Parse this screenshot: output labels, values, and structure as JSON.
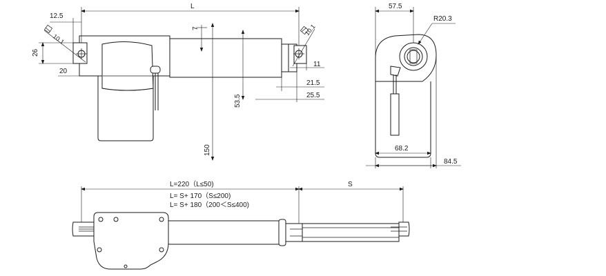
{
  "front_view": {
    "dim_l": "L",
    "dim_12_5": "12.5",
    "dim_26": "26",
    "dim_20": "20",
    "dim_7": "7",
    "dim_53_5": "53.5",
    "dim_150": "150",
    "dim_11": "11",
    "dim_21_5": "21.5",
    "dim_25_5": "25.5",
    "hole_left": "10.1",
    "hole_right": "10.1"
  },
  "side_view": {
    "dim_57_5": "57.5",
    "dim_r20_3": "R20.3",
    "dim_68_2": "68.2",
    "dim_84_5": "84.5"
  },
  "bottom_view": {
    "dim_l220": "L=220（L≤50)",
    "dim_s": "S",
    "formula_1": "L= S+ 170（S≤200)",
    "formula_2": "L= S+ 180（200＜S≤400)"
  }
}
